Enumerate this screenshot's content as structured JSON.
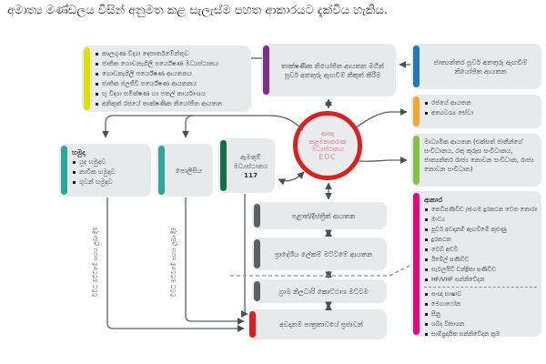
{
  "title": "අමාත්‍ය මණ්ඩලය විසින් අනුමත කළ සැලැස්ම පහත ආකාරයට දැක්විය හැකිය.",
  "colors": {
    "box_bg": "#e7e9eb",
    "bar_yellow": "#dfdf00",
    "bar_purple": "#7b2e8a",
    "bar_blue": "#1e78be",
    "bar_orange": "#f3a72e",
    "bar_green": "#82c341",
    "bar_magenta": "#e40880",
    "bar_teal": "#2ca69e",
    "bar_darkgreen": "#156f4b",
    "bar_darkgray": "#5c6165",
    "bar_red": "#d92121",
    "circle_ring": "#d92121",
    "circle_text": "#d9607c",
    "arrow": "#5a5f63"
  },
  "diagram": {
    "center": {
      "l1": "ආපදා",
      "l2": "කළමනාකරණ",
      "l3": "මධ්‍යස්ථානය",
      "l4": "EOC"
    },
    "boxes": {
      "tech_agencies": {
        "items": [
          "කාලගුණ විද්‍යා දෙපාර්තමේන්තුව",
          "ජාතික ගොඩනැගිලි පර්යේෂණ මධ්‍යස්ථානය",
          "ගොඩනැගිලි පර්යේෂණ ආයතනය",
          "ජාතික ජලජීවී පර්යේෂණ ආයතනය",
          "භූ විද්‍යා සමීක්ෂණ හා පතල් කාර්යාංශය",
          "අනිකුත් රජයේ තාක්ෂණික නියෝජිත ආයතන"
        ]
      },
      "tech_issue": {
        "text": "තාක්ෂණික නියෝජිත ආයතන මගින් පූර්ව අනතුරු ඇඟවීම් නිකුත් කිරීම"
      },
      "intl": {
        "text": "ජාත්‍යන්තර පූර්ව අනතුරු ඇඟවීම් නියෝජිත ආයතන"
      },
      "govt": {
        "items": [
          "රජයේ ආයතන",
          "අත්‍යවශ්‍ය සේවා"
        ]
      },
      "intermediary": {
        "text": "මාධ්‍යමික ආයතන (එක්සත් ජාතීන්ගේ සංවිධානය, රතු කුරුස සංවිධානය, ජාත්‍යන්තර රාජ්‍ය නොවන සංවිධාන, රාජ්‍ය නොවන සංවිධාන)"
      },
      "methods": {
        "title": "ආකාර",
        "items_top": [
          "කෙටිපණිවිඩ /ජංගම දුරකථන වෙත තොරතුරු විකාශය කිරීම",
          "මාධ්‍ය",
          "පූර්ව අවදානම් ඇඟවීමේ කුළුණු",
          "දුරකථන",
          "වෙබ් අඩවි",
          "ඊමේල් පණිවිඩ",
          "සැටලයිට් චන්ද්‍රිකා පණිවිඩ",
          "HF/VHF සන්නිවේදන"
        ],
        "items_bottom": [
          "සංඥා භාෂාව",
          "මෙගාෆෝන",
          "සීනු",
          "ශබ්ද විකාශන",
          "සාම්ප්‍රදායික සන්නිවේදන ක්‍රම"
        ]
      },
      "forces": {
        "title": "හමුදා",
        "items": [
          "යුද හමුදාව",
          "නාවික හමුදාව",
          "ගුවන් හමුදාව"
        ]
      },
      "police": {
        "text": "පොලිසිය"
      },
      "call_center": {
        "name": "ඇමතුම් මධ්‍යස්ථානය",
        "number": "117"
      },
      "provincial": {
        "text": "පළාත්/දිස්ත්‍රික් ආයතන"
      },
      "divisional": {
        "text": "ප්‍රාදේශීය ලේකම් මට්ටමේ ආයතන"
      },
      "grama": {
        "text": "ග්‍රාම නිලධාරි කොට්ඨාශ මට්ටම"
      },
      "community": {
        "text": "අවදානම් පාත්‍රතාවයේ ප්‍රජාවන්"
      }
    },
    "vertical_labels": {
      "left": "විවිධ මට්ටමේ සහය ලබා දීම",
      "right": "විවිධ මට්ටමේ සහය ලබා දීම"
    }
  }
}
